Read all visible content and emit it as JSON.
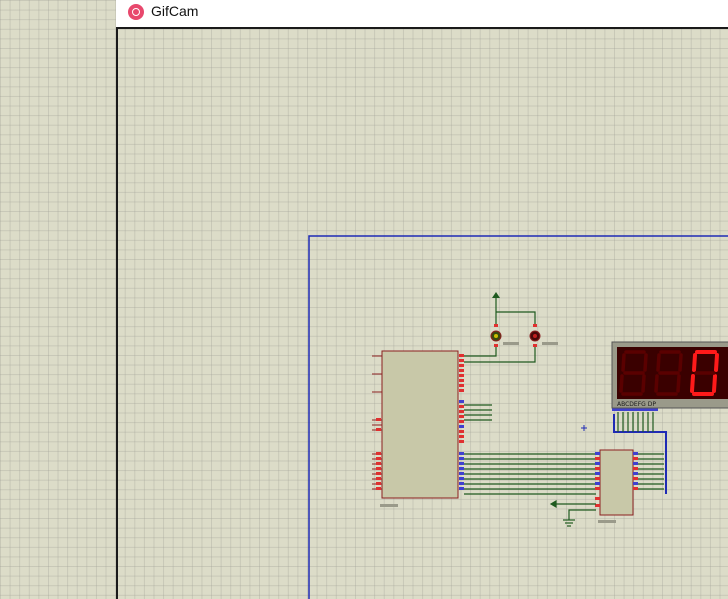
{
  "window": {
    "title": "GifCam",
    "icon": "camera-icon"
  },
  "colors": {
    "canvas_bg": "#dcdcc8",
    "grid": "#b8b8a8",
    "sheet_border": "#1f2bb5",
    "component_fill": "#c8c8a8",
    "component_stroke": "#8b2020",
    "wire": "#1f5a1f",
    "bus": "#1f2bb5",
    "pin_red": "#e03030",
    "pin_blue": "#4040d0",
    "seg_on": "#ff1a1a",
    "seg_off": "#5a0000",
    "display_bg": "#3a0000"
  },
  "display": {
    "digits_shown": "0",
    "pin_labels": "ABCDEFG DP"
  }
}
